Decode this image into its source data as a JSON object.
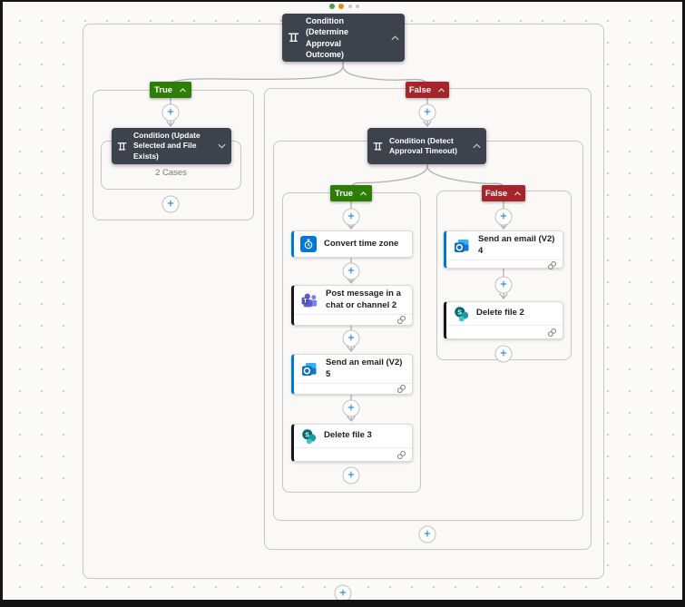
{
  "colors": {
    "accent_blue": "#0078D4",
    "true_green": "#2E7D08",
    "false_red": "#A4262C",
    "connector_gray": "#B3B0AD",
    "dot_green": "#4E9E3F",
    "dot_orange": "#E8871A"
  },
  "outer_condition": {
    "title": "Condition (Determine Approval Outcome)"
  },
  "outer_true_branch": {
    "label": "True",
    "condition": {
      "title": "Condition (Update Selected and File Exists)",
      "cases_text": "2 Cases"
    }
  },
  "outer_false_branch": {
    "label": "False",
    "condition": {
      "title": "Condition (Detect Approval Timeout)"
    },
    "inner_true_branch": {
      "label": "True",
      "actions": [
        {
          "label": "Convert time zone"
        },
        {
          "label": "Post message in a chat or channel 2"
        },
        {
          "label": "Send an email (V2) 5"
        },
        {
          "label": "Delete file 3"
        }
      ]
    },
    "inner_false_branch": {
      "label": "False",
      "actions": [
        {
          "label": "Send an email (V2) 4"
        },
        {
          "label": "Delete file 2"
        }
      ]
    }
  }
}
